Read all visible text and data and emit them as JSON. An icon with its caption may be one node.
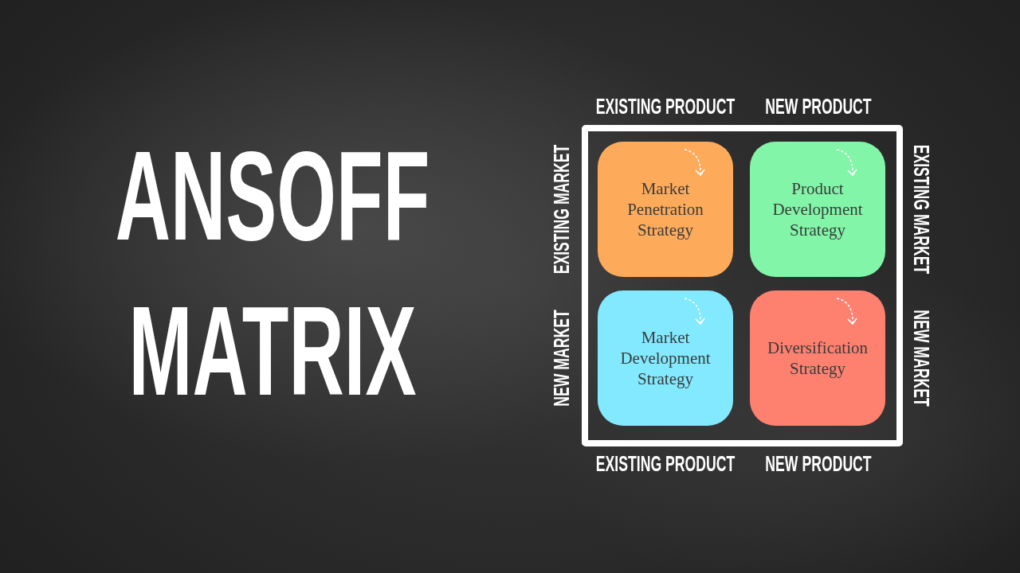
{
  "diagram": {
    "title": "ANSOFF MATRIX",
    "nodes": [
      {
        "text": [],
        "shape": "box"
      },
      {
        "text": [
          "Market Penetration Strategy"
        ],
        "in": 0
      },
      {
        "text": [
          "Product Development Strategy"
        ],
        "in": 0
      },
      {
        "text": [
          "Market Development Strategy"
        ],
        "in": 0
      },
      {
        "text": [
          "Diversification Strategy"
        ],
        "in": 0
      }
    ],
    "labels": [
      "EXISTING PRODUCT",
      "NEW PRODUCT",
      "EXISTING MARKET",
      "EXISTING MARKET",
      "NEW MARKET",
      "NEW MARKET",
      "EXISTING PRODUCT",
      "NEW PRODUCT"
    ]
  }
}
